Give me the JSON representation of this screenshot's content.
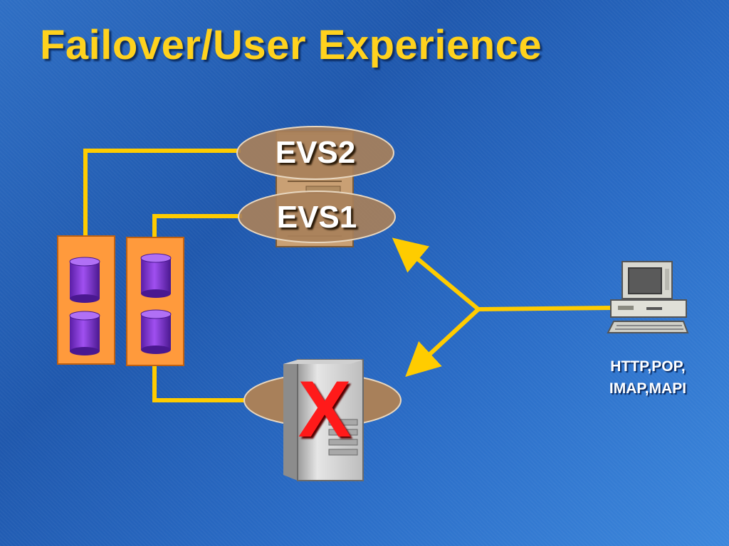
{
  "title": "Failover/User Experience",
  "nodes": {
    "evs2": "EVS2",
    "evs1": "EVS1"
  },
  "client": {
    "protocols_line1": "HTTP,POP,",
    "protocols_line2": "IMAP,MAPI"
  },
  "failure_mark": "X",
  "colors": {
    "title": "#ffd21e",
    "link": "#ffcc00",
    "storage": "#ff9a3c",
    "disk": "#8a2be2",
    "node_ellipse": "#a8805a",
    "failure": "#ff1a1a"
  },
  "icons": [
    "server-icon",
    "disk-icon",
    "workstation-icon",
    "arrow-icon"
  ]
}
